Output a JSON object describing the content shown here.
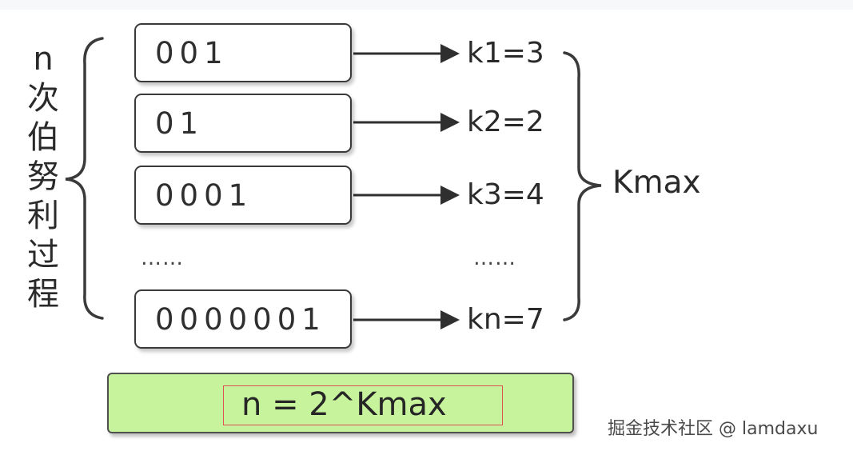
{
  "side_label": "n\n次\n伯\n努\n利\n过\n程",
  "rows": [
    {
      "sequence": "001",
      "k_label": "k1=3"
    },
    {
      "sequence": "01",
      "k_label": "k2=2"
    },
    {
      "sequence": "0001",
      "k_label": "k3=4"
    },
    {
      "sequence": "0000001",
      "k_label": "kn=7"
    }
  ],
  "ellipsis_left": "……",
  "ellipsis_right": "……",
  "kmax_label": "Kmax",
  "formula": "n = 2^Kmax",
  "watermark": "掘金技术社区 @ lamdaxu",
  "colors": {
    "formula_bg": "#c6f39c",
    "highlight_border": "#e05252",
    "line": "#2f2f2f"
  }
}
